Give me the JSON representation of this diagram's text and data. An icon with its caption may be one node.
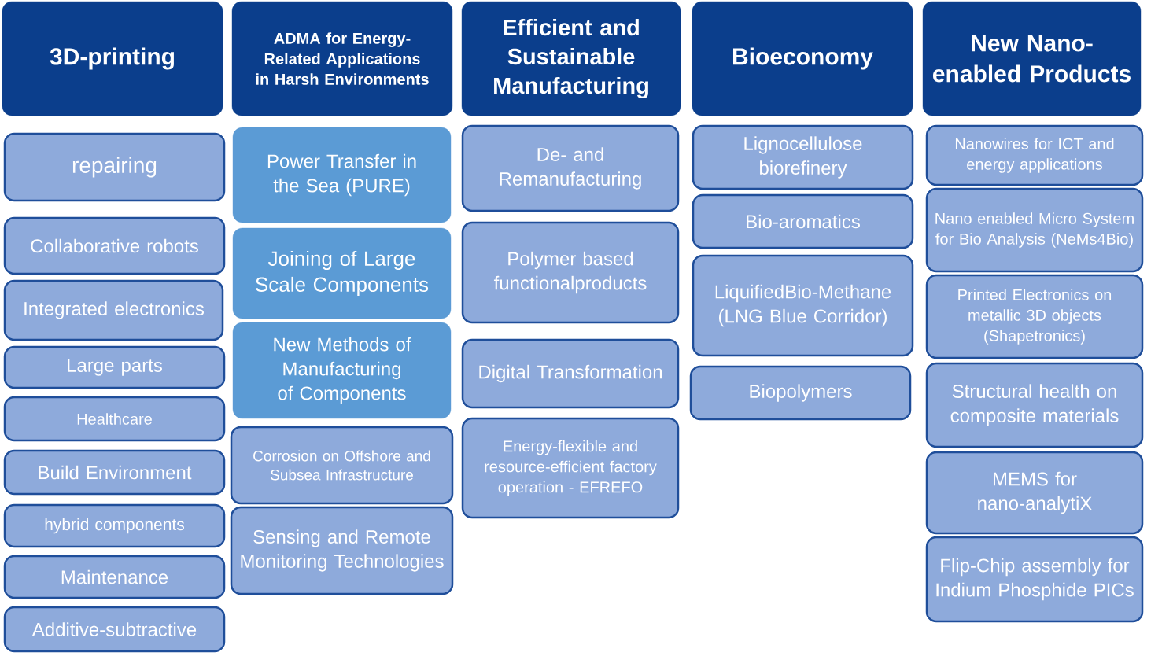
{
  "diagram": {
    "nodes": [
      {
        "text": [
          "3D-printing"
        ]
      },
      {
        "text": [
          "ADMA for Energy-Related Applications in Harsh Environments"
        ]
      },
      {
        "text": [
          "Efficient and Sustainable Manufacturing"
        ]
      },
      {
        "text": [
          "Bioeconomy"
        ]
      },
      {
        "text": [
          "New Nano-enabled Products"
        ]
      },
      {
        "text": [
          "repairing"
        ]
      },
      {
        "text": [
          "Collaborative robots"
        ]
      },
      {
        "text": [
          "Integrated electronics"
        ]
      },
      {
        "text": [
          "Large parts"
        ]
      },
      {
        "text": [
          "Healthcare"
        ]
      },
      {
        "text": [
          "Build Environment"
        ]
      },
      {
        "text": [
          "hybrid components"
        ]
      },
      {
        "text": [
          "Maintenance"
        ]
      },
      {
        "text": [
          "Additive-subtractive"
        ]
      },
      {
        "text": [
          "Power Transfer in the Sea (PURE)"
        ]
      },
      {
        "text": [
          "Joining of Large Scale Components"
        ]
      },
      {
        "text": [
          "New Methods of Manufacturing of Components"
        ]
      },
      {
        "text": [
          "Corrosion on Offshore and Subsea Infrastructure"
        ]
      },
      {
        "text": [
          "Sensing and Remote Monitoring Technologies"
        ]
      },
      {
        "text": [
          "De- and Remanufacturing"
        ]
      },
      {
        "text": [
          "Polymer based functionalproducts"
        ]
      },
      {
        "text": [
          "Digital Transformation"
        ]
      },
      {
        "text": [
          "Energy-flexible and resource-efficient factory operation - EFREFO"
        ]
      },
      {
        "text": [
          "Lignocellulose biorefinery"
        ]
      },
      {
        "text": [
          "Bio-aromatics"
        ]
      },
      {
        "text": [
          "LiquifiedBio-Methane (LNG Blue Corridor)"
        ]
      },
      {
        "text": [
          "Biopolymers"
        ]
      },
      {
        "text": [
          "Nanowires for ICT and energy applications"
        ]
      },
      {
        "text": [
          "Nano enabled Micro System for Bio Analysis (NeMs4Bio)"
        ]
      },
      {
        "text": [
          "Printed Electronics on metallic 3D objects (Shapetronics)"
        ]
      },
      {
        "text": [
          "Structural health on composite materials"
        ]
      },
      {
        "text": [
          "MEMS for nano-analytiX"
        ]
      },
      {
        "text": [
          "Flip-Chip assembly for Indium Phosphide PICs"
        ]
      }
    ]
  }
}
